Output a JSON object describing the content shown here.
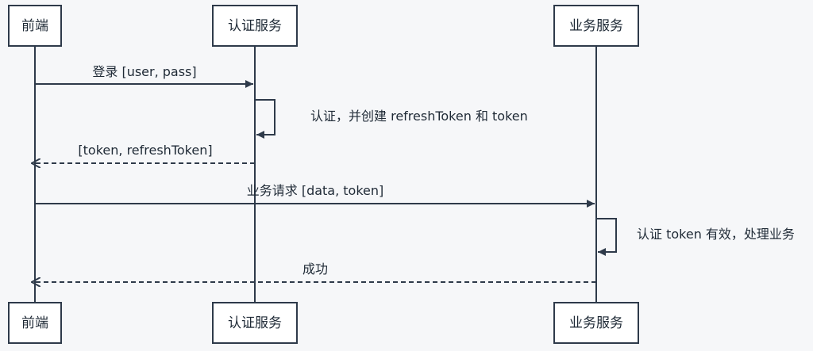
{
  "participants": [
    {
      "id": "frontend",
      "label": "前端"
    },
    {
      "id": "auth",
      "label": "认证服务"
    },
    {
      "id": "biz",
      "label": "业务服务"
    }
  ],
  "messages": [
    {
      "from": "frontend",
      "to": "auth",
      "label": "登录 [user, pass]",
      "style": "solid"
    },
    {
      "from": "auth",
      "to": "auth",
      "label": "认证，并创建 refreshToken 和 token",
      "style": "solid"
    },
    {
      "from": "auth",
      "to": "frontend",
      "label": "[token, refreshToken]",
      "style": "dashed"
    },
    {
      "from": "frontend",
      "to": "biz",
      "label": "业务请求 [data, token]",
      "style": "solid"
    },
    {
      "from": "biz",
      "to": "biz",
      "label": "认证 token 有效，处理业务",
      "style": "solid"
    },
    {
      "from": "biz",
      "to": "frontend",
      "label": "成功",
      "style": "dashed"
    }
  ],
  "colors": {
    "line": "#2e3a4a",
    "background": "#f6f7f9",
    "box_fill": "#ffffff"
  }
}
